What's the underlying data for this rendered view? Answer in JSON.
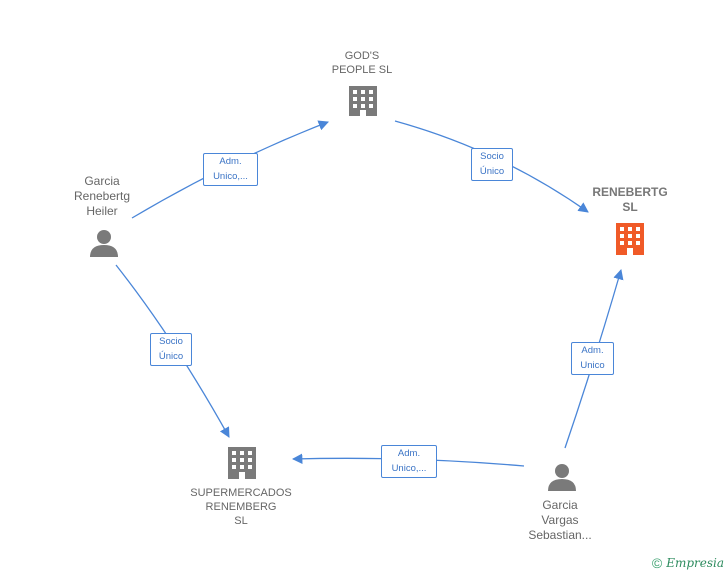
{
  "colors": {
    "edge": "#4a86d8",
    "company_icon": "#7a7a7a",
    "focus_icon": "#f05a28",
    "person_icon": "#7a7a7a",
    "watermark": "#2e8c5f"
  },
  "nodes": {
    "gods_people": {
      "label": "GOD'S\nPEOPLE  SL",
      "icon": "building-icon"
    },
    "renebertg": {
      "label": "RENEBERTG\nSL",
      "icon": "building-icon"
    },
    "supermercados": {
      "label": "SUPERMERCADOS\nRENEMBERG\nSL",
      "icon": "building-icon"
    },
    "garcia_heiler": {
      "label": "Garcia\nRenebertg\nHeiler",
      "icon": "person-icon"
    },
    "garcia_vargas": {
      "label": "Garcia\nVargas\nSebastian...",
      "icon": "person-icon"
    }
  },
  "edges": {
    "heiler_to_gods": {
      "label": "Adm.\nUnico,..."
    },
    "gods_to_renebertg": {
      "label": "Socio\nÚnico"
    },
    "heiler_to_super": {
      "label": "Socio\nÚnico"
    },
    "vargas_to_renebertg": {
      "label": "Adm.\nUnico"
    },
    "vargas_to_super": {
      "label": "Adm.\nUnico,..."
    }
  },
  "watermark": {
    "copyright": "©",
    "brand": "Empresia"
  }
}
